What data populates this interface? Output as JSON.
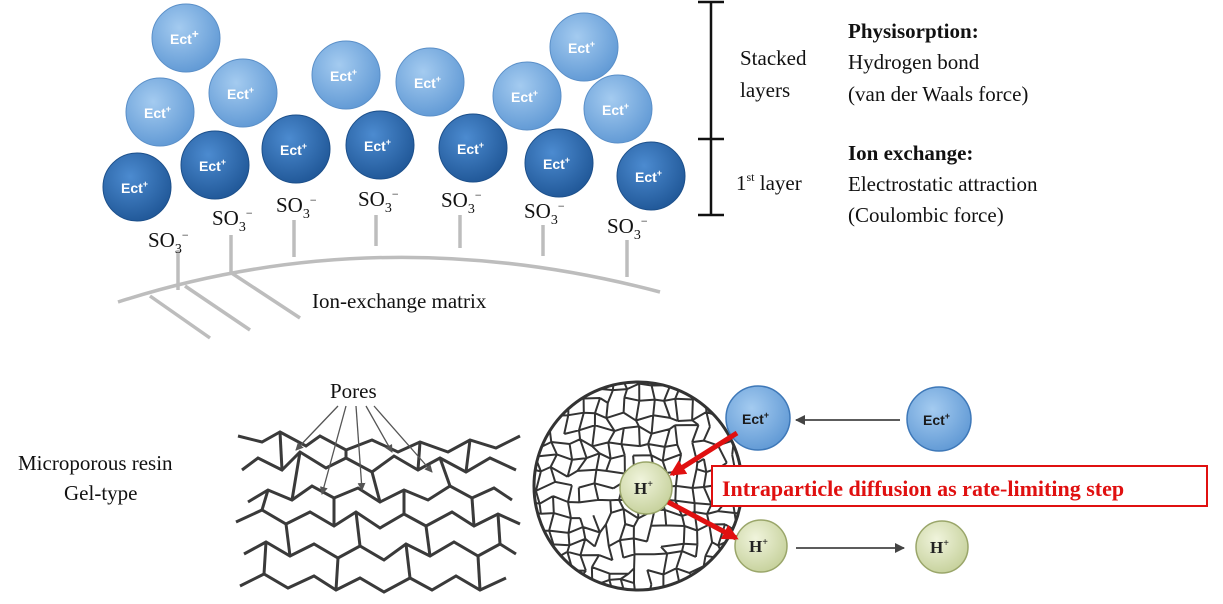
{
  "labels": {
    "ect": "Ect",
    "ect_charge": "+",
    "so3_main": "SO",
    "so3_sub": "3",
    "so3_charge": "−",
    "h": "H",
    "h_charge": "+",
    "stacked_layers_1": "Stacked",
    "stacked_layers_2": "layers",
    "first_layer_sup": "st",
    "first_layer_num": "1",
    "first_layer_word": " layer",
    "physisorption_title": "Physisorption:",
    "physisorption_l1": "Hydrogen bond",
    "physisorption_l2": "(van der Waals force)",
    "ion_exchange_title": "Ion exchange:",
    "ion_exchange_l1": "Electrostatic attraction",
    "ion_exchange_l2": "(Coulombic force)",
    "matrix": "Ion-exchange matrix",
    "pores": "Pores",
    "resin_l1": "Microporous resin",
    "resin_l2": "Gel-type",
    "rate_step": "Intraparticle diffusion as rate-limiting step"
  },
  "colors": {
    "ect_dark": "#2e6db0",
    "ect_light": "#7fb2e3",
    "h_fill": "#dfe6bf",
    "arrow_red": "#e01010",
    "matrix_gray": "#bdbdbd",
    "network_gray": "#3a3a3a"
  }
}
